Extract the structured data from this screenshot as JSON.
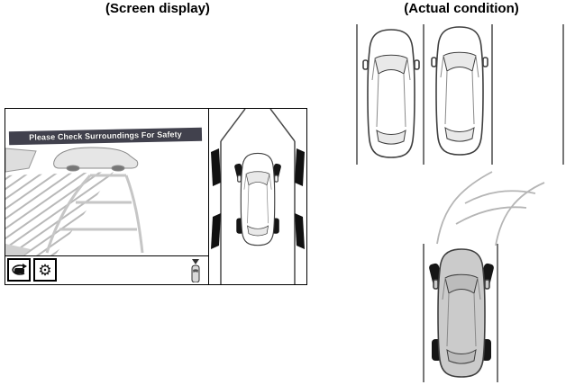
{
  "titles": {
    "screen_display": "(Screen display)",
    "actual_condition": "(Actual condition)"
  },
  "screen": {
    "banner_text": "Please Check Surroundings For Safety",
    "toolbar": {
      "gear_glyph": "⚙"
    }
  },
  "colors": {
    "banner_bg": "#41414d",
    "banner_text": "#ffffff",
    "guide_line": "#c6c6c6",
    "parking_line": "#4a4a4a",
    "reversing_car_body": "#cbcbcb",
    "wheel": "#161616"
  }
}
